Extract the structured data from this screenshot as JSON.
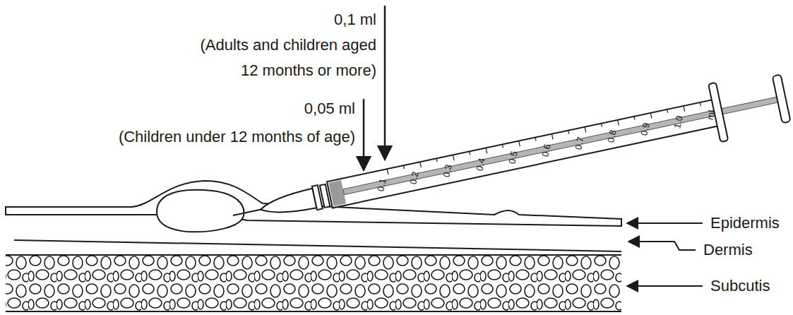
{
  "diagram": {
    "labels": [
      "0,1 ml",
      "(Adults and children aged 12 months or more)",
      "0,05 ml",
      "(Children under 12 months of age)",
      "Epidermis",
      "Dermis",
      "Subcutis",
      "0.1",
      "0.2",
      "0.3",
      "0.4",
      "0.5",
      "0.6",
      "0.7",
      "0.8",
      "0.9",
      "1.0",
      "ml"
    ]
  }
}
